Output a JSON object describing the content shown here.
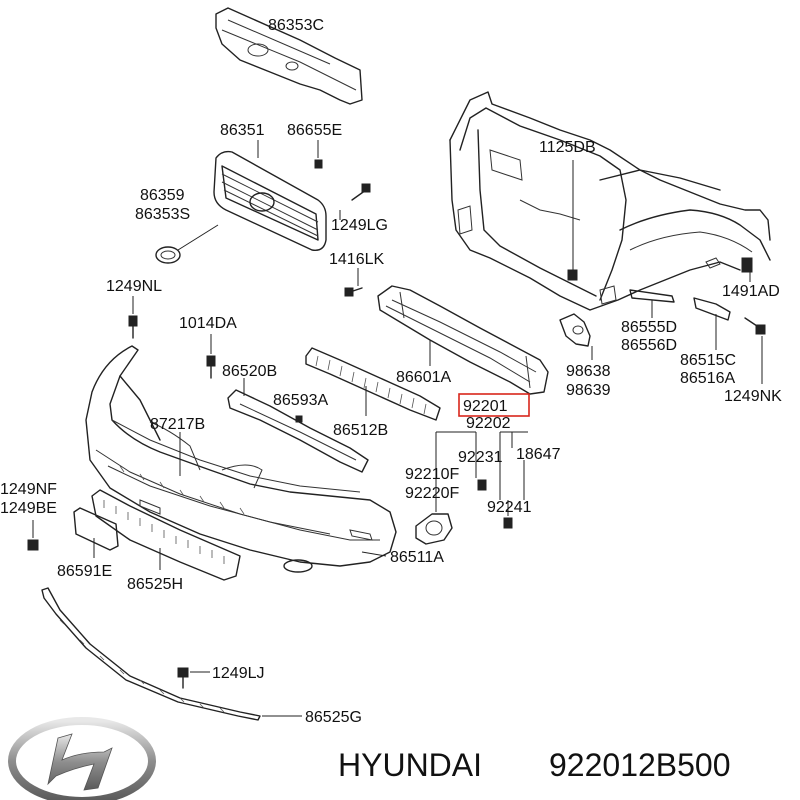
{
  "diagram": {
    "labels": [
      {
        "id": "l86353c",
        "text": "86353C"
      },
      {
        "id": "l86351",
        "text": "86351"
      },
      {
        "id": "l86655e",
        "text": "86655E"
      },
      {
        "id": "l1125db",
        "text": "1125DB"
      },
      {
        "id": "l86359",
        "text": "86359"
      },
      {
        "id": "l86353s",
        "text": "86353S"
      },
      {
        "id": "l1249lg",
        "text": "1249LG"
      },
      {
        "id": "l1416lk",
        "text": "1416LK"
      },
      {
        "id": "l1249nl",
        "text": "1249NL"
      },
      {
        "id": "l1014da",
        "text": "1014DA"
      },
      {
        "id": "l1491ad",
        "text": "1491AD"
      },
      {
        "id": "l86555d",
        "text": "86555D"
      },
      {
        "id": "l86556d",
        "text": "86556D"
      },
      {
        "id": "l86520b",
        "text": "86520B"
      },
      {
        "id": "l86601a",
        "text": "86601A"
      },
      {
        "id": "l98638",
        "text": "98638"
      },
      {
        "id": "l98639",
        "text": "98639"
      },
      {
        "id": "l86515c",
        "text": "86515C"
      },
      {
        "id": "l86516a",
        "text": "86516A"
      },
      {
        "id": "l86593a",
        "text": "86593A"
      },
      {
        "id": "l1249nk",
        "text": "1249NK"
      },
      {
        "id": "l87217b",
        "text": "87217B"
      },
      {
        "id": "l86512b",
        "text": "86512B"
      },
      {
        "id": "l92201",
        "text": "92201"
      },
      {
        "id": "l92202",
        "text": "92202"
      },
      {
        "id": "l92231",
        "text": "92231"
      },
      {
        "id": "l18647",
        "text": "18647"
      },
      {
        "id": "l92210f",
        "text": "92210F"
      },
      {
        "id": "l1249nf",
        "text": "1249NF"
      },
      {
        "id": "l92220f",
        "text": "92220F"
      },
      {
        "id": "l1249be",
        "text": "1249BE"
      },
      {
        "id": "l92241",
        "text": "92241"
      },
      {
        "id": "l86511a",
        "text": "86511A"
      },
      {
        "id": "l86591e",
        "text": "86591E"
      },
      {
        "id": "l86525h",
        "text": "86525H"
      },
      {
        "id": "l1249lj",
        "text": "1249LJ"
      },
      {
        "id": "l86525g",
        "text": "86525G"
      }
    ],
    "highlight_color": "#d9261c"
  },
  "footer": {
    "brand": "HYUNDAI",
    "part_number": "922012B500"
  }
}
